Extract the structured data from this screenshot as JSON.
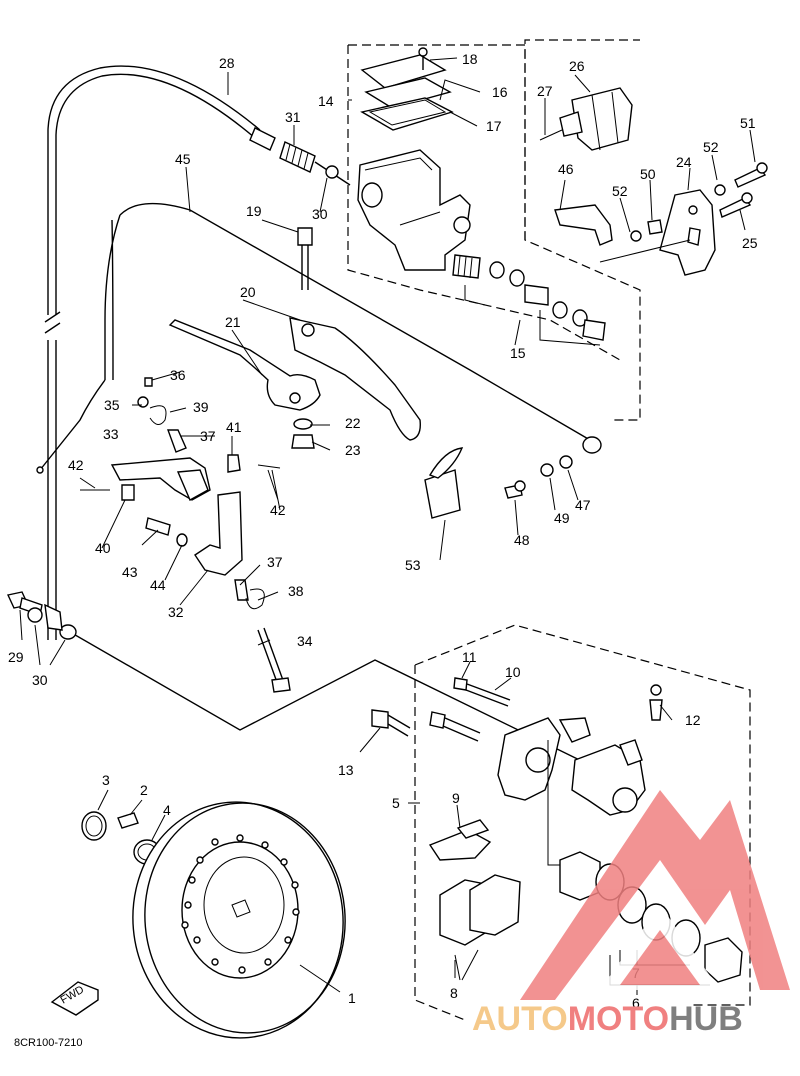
{
  "diagram": {
    "drawing_code": "8CR100-7210",
    "fwd_label": "FWD",
    "part_labels": [
      "1",
      "2",
      "3",
      "4",
      "5",
      "6",
      "7",
      "8",
      "9",
      "10",
      "11",
      "12",
      "13",
      "14",
      "15",
      "16",
      "17",
      "18",
      "19",
      "20",
      "21",
      "22",
      "23",
      "24",
      "25",
      "26",
      "27",
      "28",
      "29",
      "30",
      "31",
      "32",
      "33",
      "34",
      "35",
      "36",
      "37",
      "38",
      "39",
      "40",
      "41",
      "42",
      "43",
      "44",
      "45",
      "46",
      "47",
      "48",
      "49",
      "50",
      "51",
      "52",
      "53"
    ]
  },
  "watermark": {
    "part1": "AUTO",
    "part2": "MOTO",
    "part3": "HUB",
    "colors": {
      "auto": "#f5c98a",
      "moto": "#f08080",
      "hub": "#7f7f7f",
      "logo": "#f08080"
    }
  }
}
